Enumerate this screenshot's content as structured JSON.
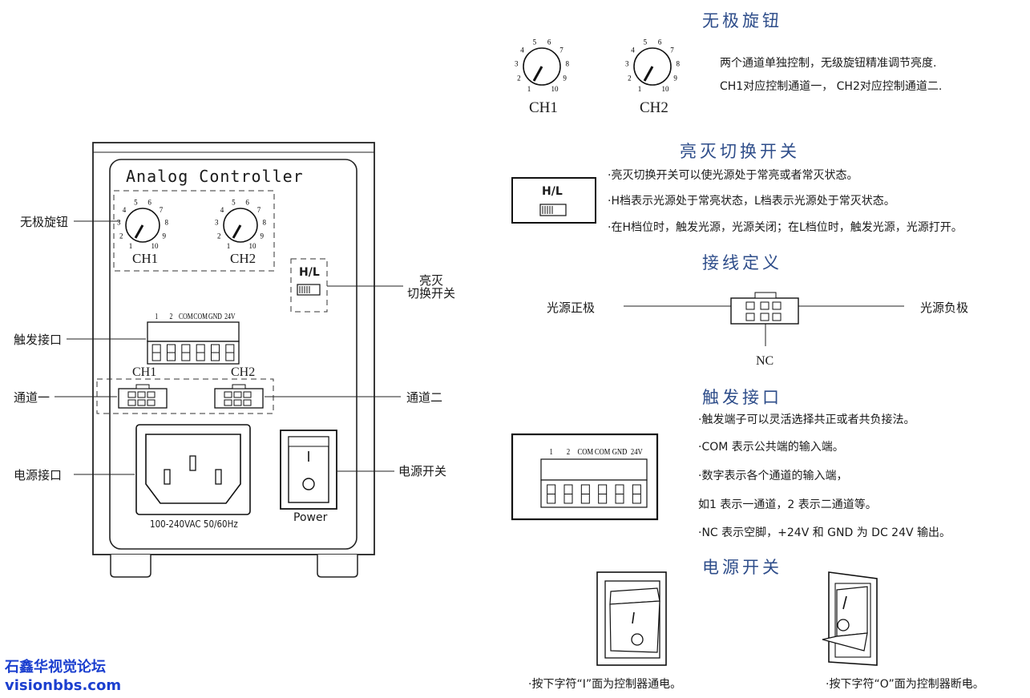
{
  "watermark": {
    "line1": "石鑫华视觉论坛",
    "line2": "visionbbs.com"
  },
  "device": {
    "title": "Analog Controller",
    "knob1_label": "CH1",
    "knob2_label": "CH2",
    "dial_ticks": [
      "1",
      "2",
      "3",
      "4",
      "5",
      "6",
      "7",
      "8",
      "9",
      "10"
    ],
    "switch_label": "H/L",
    "terminal_labels": [
      "1",
      "2",
      "COM",
      "COM",
      "GND",
      "24V"
    ],
    "conn1_label": "CH1",
    "conn2_label": "CH2",
    "power_spec": "100-240VAC 50/60Hz",
    "power_label": "Power",
    "switch_on_symbol": "I"
  },
  "callouts": {
    "knob": "无极旋钮",
    "toggle_line1": "亮灭",
    "toggle_line2": "切换开关",
    "trigger": "触发接口",
    "ch1": "通道一",
    "ch2": "通道二",
    "power_port": "电源接口",
    "power_switch": "电源开关"
  },
  "sections": {
    "knob": {
      "title": "无极旋钮",
      "ch1": "CH1",
      "ch2": "CH2",
      "line1": "两个通道单独控制，无级旋钮精准调节亮度.",
      "line2": "CH1对应控制通道一，  CH2对应控制通道二."
    },
    "toggle": {
      "title": "亮灭切换开关",
      "switch_label": "H/L",
      "line1": "·亮灭切换开关可以使光源处于常亮或者常灭状态。",
      "line2": "·H档表示光源处于常亮状态，L档表示光源处于常灭状态。",
      "line3": "·在H档位时，触发光源，光源关闭；在L档位时，触发光源，光源打开。"
    },
    "wiring": {
      "title": "接线定义",
      "positive": "光源正极",
      "negative": "光源负极",
      "nc": "NC"
    },
    "trigger": {
      "title": "触发接口",
      "terminal_labels": [
        "1",
        "2",
        "COM",
        "COM",
        "GND",
        "24V"
      ],
      "line1": "·触发端子可以灵活选择共正或者共负接法。",
      "line2": "·COM 表示公共端的输入端。",
      "line3": "·数字表示各个通道的输入端，",
      "line4": "如1 表示一通道，2 表示二通道等。",
      "line5": "·NC 表示空脚，+24V 和 GND 为 DC 24V 输出。"
    },
    "power": {
      "title": "电源开关",
      "caption_on": "·按下字符“I”面为控制器通电。",
      "caption_off": "·按下字符“O”面为控制器断电。"
    }
  }
}
